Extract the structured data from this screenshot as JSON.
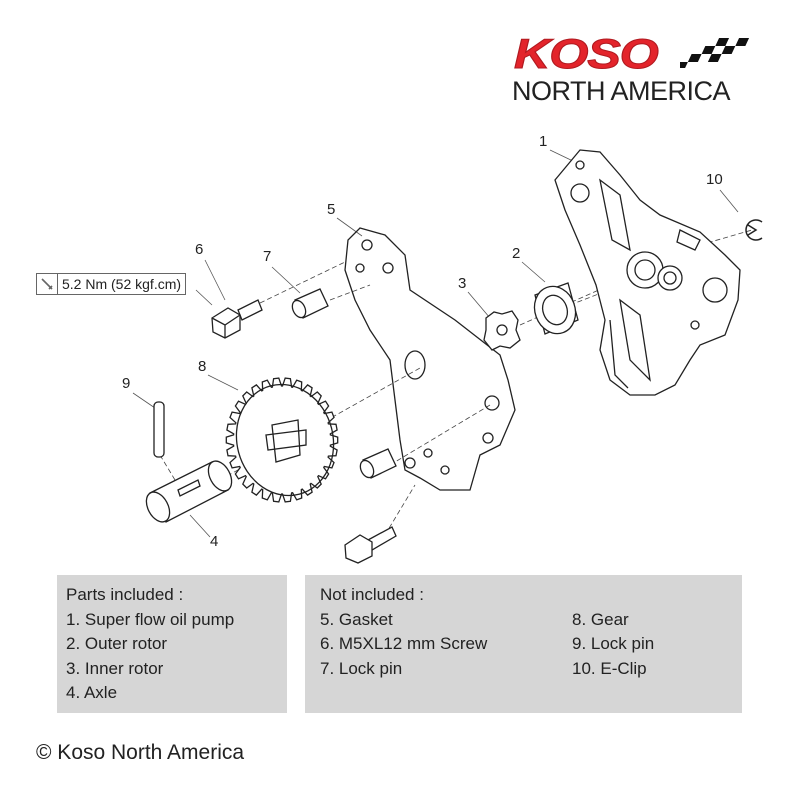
{
  "logo": {
    "brand": "KOSO",
    "subtitle": "NORTH AMERICA",
    "brand_color": "#e3242b"
  },
  "torque_spec": {
    "icon": "torque-wrench-icon",
    "text": "5.2 Nm (52 kgf.cm)"
  },
  "callouts": [
    "1",
    "2",
    "3",
    "4",
    "5",
    "6",
    "7",
    "8",
    "9",
    "10"
  ],
  "parts_included": {
    "title": "Parts included :",
    "items": [
      "1. Super flow oil pump",
      "2. Outer rotor",
      "3. Inner rotor",
      "4. Axle"
    ]
  },
  "not_included": {
    "title": "Not included :",
    "col1": [
      "5. Gasket",
      "6. M5XL12 mm Screw",
      "7. Lock pin"
    ],
    "col2": [
      "8. Gear",
      "9. Lock pin",
      "10. E-Clip"
    ]
  },
  "copyright": "© Koso North America"
}
